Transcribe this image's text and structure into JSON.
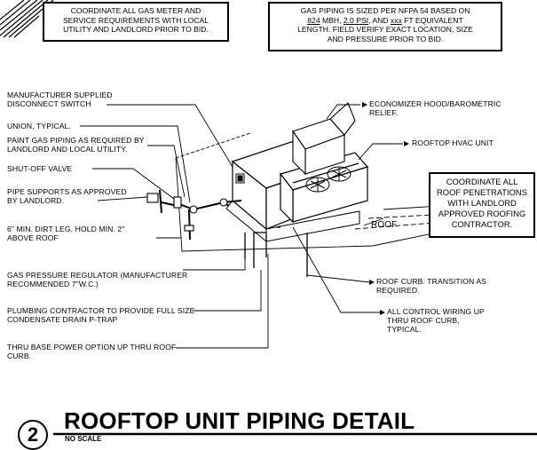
{
  "notes": {
    "top_left": [
      "COORDINATE ALL GAS METER AND",
      "SERVICE REQUIREMENTS WITH LOCAL",
      "UTILITY AND LANDLORD PRIOR TO BID."
    ],
    "top_right": {
      "line1": "GAS PIPING IS SIZED PER NFPA 54 BASED ON",
      "mbh_value": "824",
      "mbh_suffix": " MBH, ",
      "psi_value": "2.0 PSI",
      "psi_suffix": ", AND ",
      "length_value": "xxx",
      "length_suffix": " FT EQUIVALENT",
      "line3": "LENGTH.  FIELD VERIFY EXACT LOCATION, SIZE",
      "line4": "AND PRESSURE PRIOR TO BID."
    },
    "right": [
      "COORDINATE ALL",
      "ROOF PENETRATIONS",
      "WITH LANDLORD",
      "APPROVED ROOFING",
      "CONTRACTOR."
    ]
  },
  "labels_left": {
    "disconnect": [
      "MANUFACTURER SUPPLIED",
      "DISCONNECT SWITCH"
    ],
    "union": "UNION, TYPICAL.",
    "paint": [
      "PAINT GAS PIPING AS REQUIRED BY",
      "LANDLORD AND LOCAL UTILITY."
    ],
    "shutoff": "SHUT-OFF VALVE",
    "supports": [
      "PIPE SUPPORTS AS APPROVED",
      "BY LANDLORD."
    ],
    "dirt_leg": [
      "6\" MIN. DIRT LEG, HOLD MIN. 2\"",
      "ABOVE ROOF"
    ],
    "regulator": [
      "GAS PRESSURE REGULATOR (MANUFACTURER",
      "RECOMMENDED 7\"W.C.)"
    ],
    "condensate": [
      "PLUMBING CONTRACTOR TO PROVIDE FULL SIZE",
      "CONDENSATE DRAIN P-TRAP"
    ],
    "power": [
      "THRU BASE POWER OPTION UP THRU ROOF",
      "CURB."
    ]
  },
  "labels_right": {
    "economizer": [
      "ECONOMIZER HOOD/BAROMETRIC",
      "RELIEF."
    ],
    "hvac": "ROOFTOP HVAC UNIT",
    "roof": "ROOF",
    "curb": [
      "ROOF CURB. TRANSITION AS",
      "REQUIRED."
    ],
    "wiring": [
      "ALL CONTROL WIRING UP",
      "THRU ROOF CURB,",
      "TYPICAL."
    ]
  },
  "title_block": {
    "number": "2",
    "title": "ROOFTOP UNIT PIPING DETAIL",
    "scale": "NO SCALE"
  }
}
